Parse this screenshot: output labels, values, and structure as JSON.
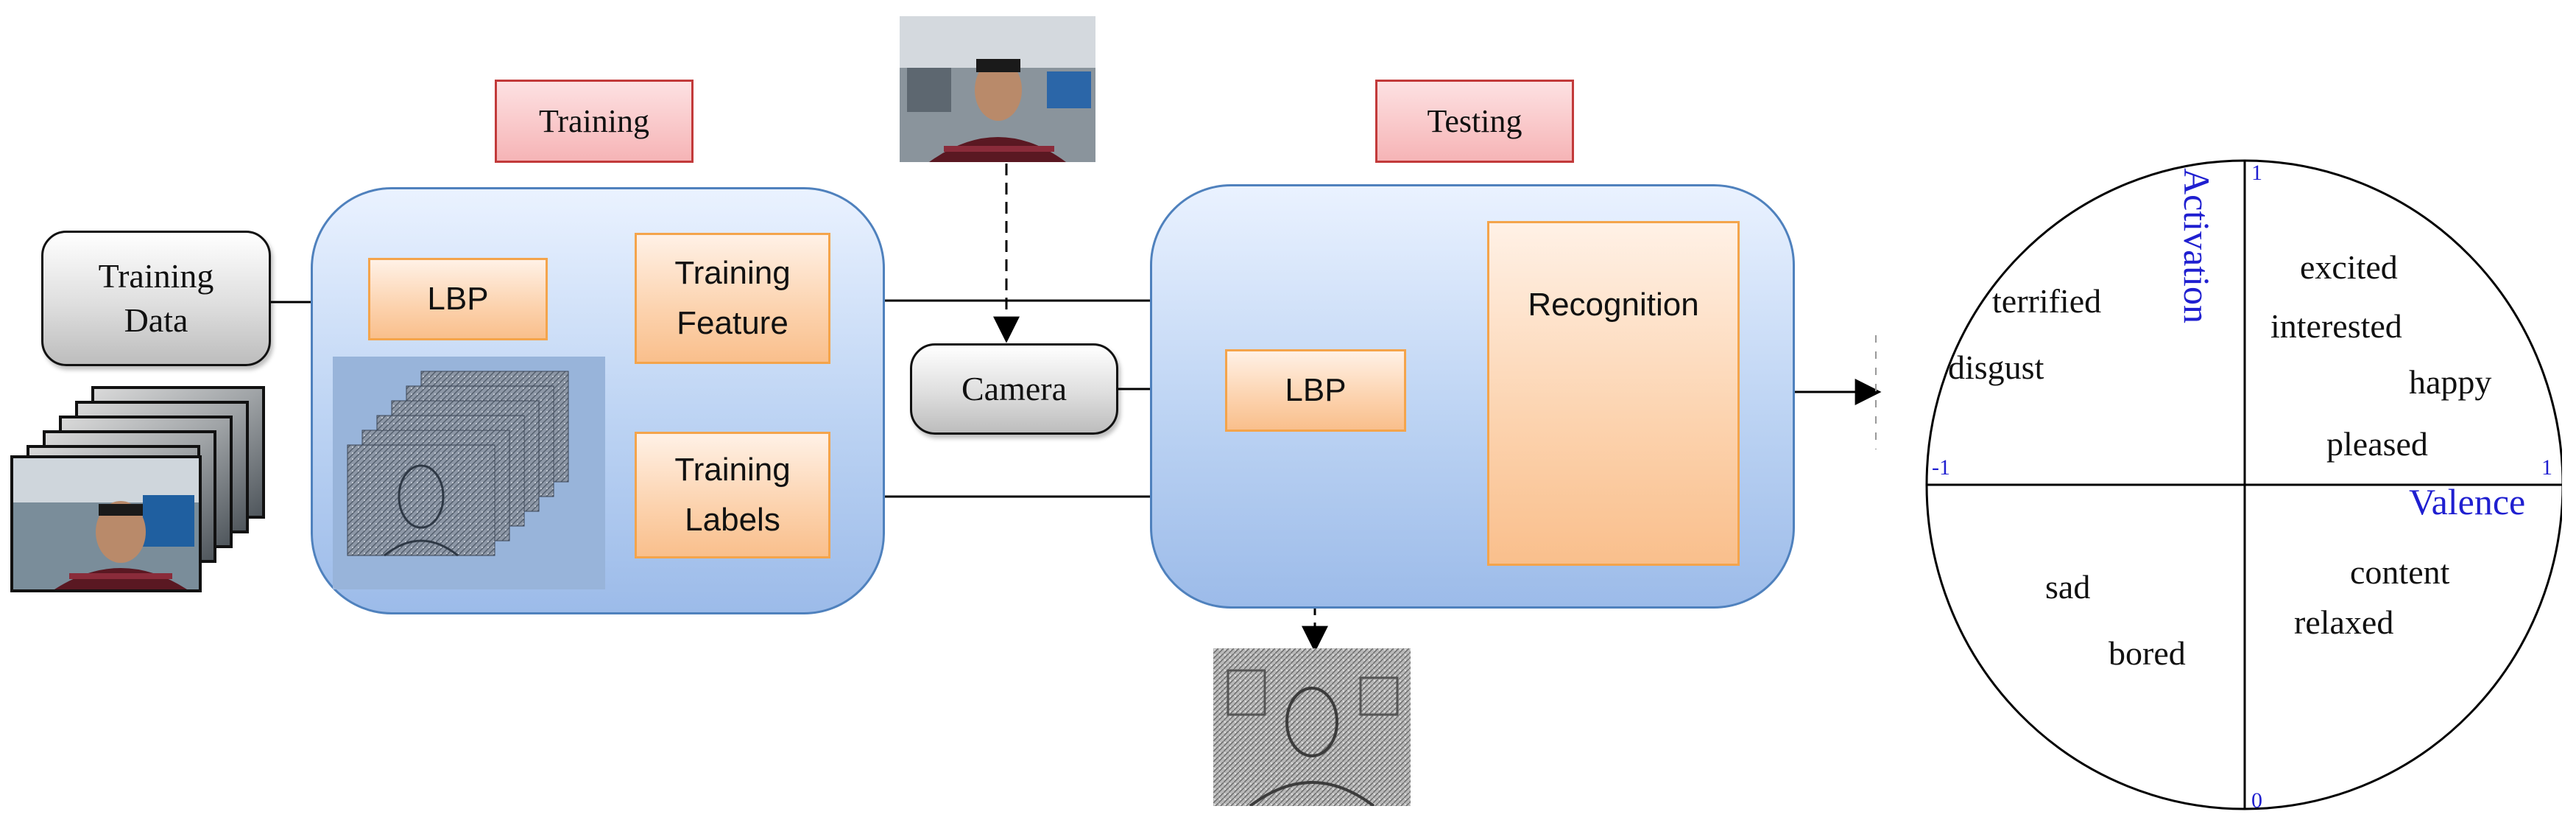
{
  "sections": {
    "training": "Training",
    "testing": "Testing"
  },
  "training_data": {
    "line1": "Training",
    "line2": "Data"
  },
  "training_panel": {
    "lbp": "LBP",
    "feature": {
      "line1": "Training",
      "line2": "Feature"
    },
    "labels": {
      "line1": "Training",
      "line2": "Labels"
    }
  },
  "camera": "Camera",
  "testing_panel": {
    "lbp": "LBP",
    "recognition": "Recognition"
  },
  "emotion_circle": {
    "axes": {
      "vertical": "Activation",
      "horizontal": "Valence",
      "top_tick": "1",
      "bottom_tick": "0",
      "left_tick": "-1",
      "right_tick": "1"
    },
    "emotions": [
      "terrified",
      "disgust",
      "excited",
      "interested",
      "happy",
      "pleased",
      "sad",
      "bored",
      "content",
      "relaxed"
    ]
  },
  "colors": {
    "panel_border": "#4f81bd",
    "orange_border": "#f4a44b",
    "header_border": "#c23a3a",
    "axis_text": "#1f1fd0"
  }
}
